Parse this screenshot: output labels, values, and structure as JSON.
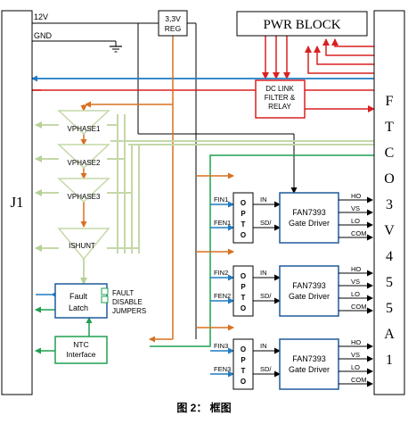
{
  "diagram": {
    "caption": "图 2： 框图",
    "rails": {
      "v12": "12V",
      "gnd": "GND"
    },
    "j1_label": "J1",
    "reg_label": [
      "3,3V",
      "REG"
    ],
    "pwr_block": "PWR BLOCK",
    "dclink": [
      "DC LINK",
      "FILTER &",
      "RELAY"
    ],
    "module_label": [
      "F",
      "T",
      "C",
      "O",
      "3",
      "V",
      "4",
      "5",
      "5",
      "A",
      "1"
    ],
    "vphase": [
      "VPHASE1",
      "VPHASE2",
      "VPHASE3"
    ],
    "ishunt": "ISHUNT",
    "fault_latch": [
      "Fault",
      "Latch"
    ],
    "fault_options": [
      "FAULT",
      "DISABLE",
      "JUMPERS"
    ],
    "ntc": [
      "NTC",
      "Interface"
    ],
    "opto_label": [
      "O",
      "P",
      "T",
      "O"
    ],
    "channels": [
      {
        "fin": "FIN1",
        "fen": "FEN1"
      },
      {
        "fin": "FIN2",
        "fen": "FEN2"
      },
      {
        "fin": "FIN3",
        "fen": "FEN3"
      }
    ],
    "driver_in": "IN",
    "driver_sd": "SD/",
    "driver_name": [
      "FAN7393",
      "Gate Driver"
    ],
    "driver_pins": [
      "HO",
      "VS",
      "LO",
      "COM"
    ],
    "colors": {
      "vdc": "#d82020",
      "supply33": "#d87020",
      "analog": "#c4d8a8",
      "ntc": "#1fa050",
      "fault": "#1f7cc4",
      "block_border": "#1f5a9c",
      "line": "#000000"
    }
  }
}
